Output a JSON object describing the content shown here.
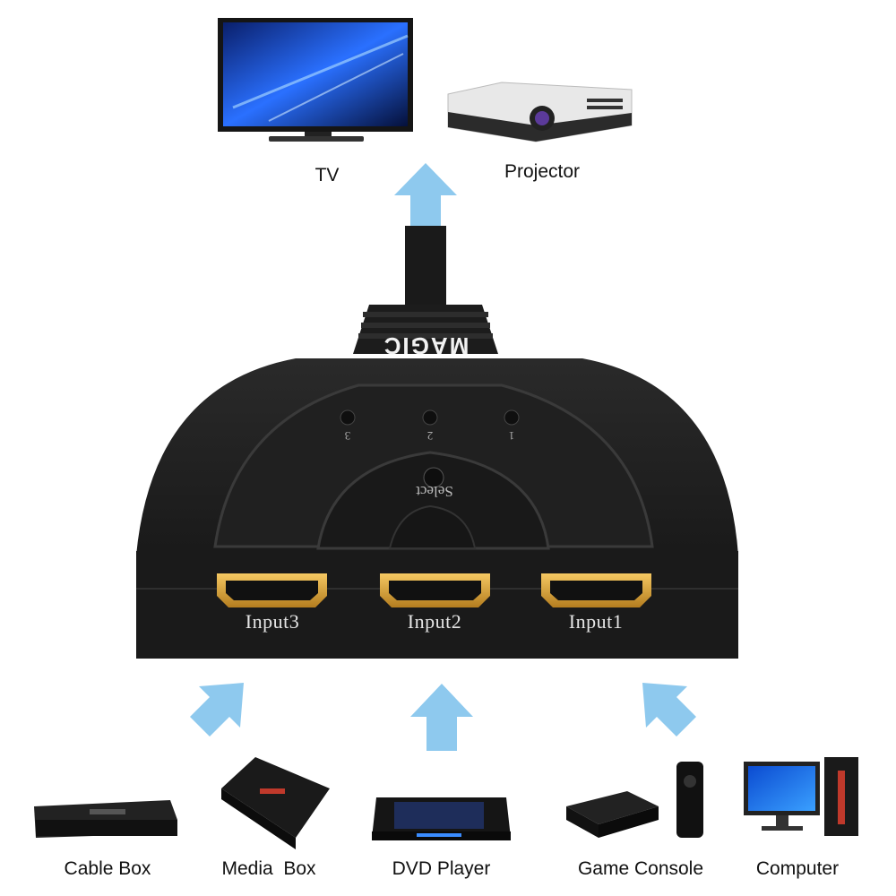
{
  "outputs": {
    "tv_label": "TV",
    "projector_label": "Projector"
  },
  "switch": {
    "brand": "MAGIC",
    "select_label": "Select",
    "led_labels": [
      "3",
      "2",
      "1"
    ],
    "ports": [
      "Input3",
      "Input2",
      "Input1"
    ]
  },
  "sources": [
    {
      "label": "Cable Box"
    },
    {
      "label": "Media  Box"
    },
    {
      "label": "DVD Player"
    },
    {
      "label": "Game Console"
    },
    {
      "label": "Computer"
    }
  ],
  "colors": {
    "arrow": "#8ec9ee",
    "switch_body": "#1b1b1b",
    "gold": "#d9a640"
  }
}
